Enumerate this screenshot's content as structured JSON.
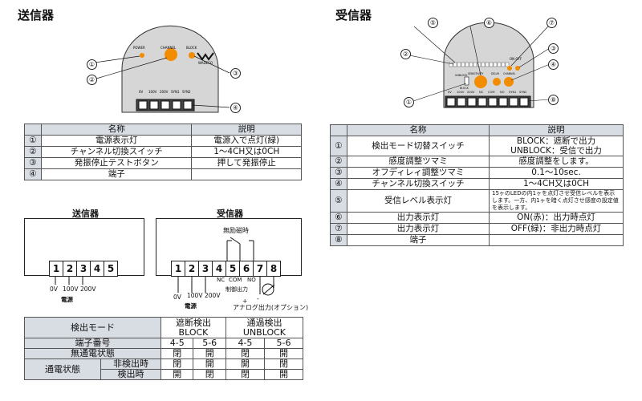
{
  "transmitter": {
    "title": "送信器",
    "panel_labels": {
      "power": "POWER",
      "channel": "CHANNEL",
      "block": "BLOCK",
      "logo": "WADECO"
    },
    "terminal_labels": [
      "0V",
      "100V",
      "200V",
      "SYN1",
      "SYN2"
    ],
    "callouts": [
      "①",
      "②",
      "③",
      "④"
    ],
    "table": {
      "headers": [
        "名称",
        "説明"
      ],
      "rows": [
        {
          "no": "①",
          "name": "電源表示灯",
          "desc": "電源入で点灯(緑)"
        },
        {
          "no": "②",
          "name": "チャンネル切換スイッチ",
          "desc": "1～4CH又は0CH"
        },
        {
          "no": "③",
          "name": "発振停止テストボタン",
          "desc": "押して発振停止"
        },
        {
          "no": "④",
          "name": "端子",
          "desc": ""
        }
      ]
    }
  },
  "receiver": {
    "title": "受信器",
    "panel_labels": {
      "sensitivity": "SENSITIVITY",
      "delay": "DELAY",
      "channel": "CHANNEL",
      "on_off": "ON OFF",
      "unblock": "UNBLOCK",
      "block": "BLOCK"
    },
    "terminal_labels": [
      "0V",
      "100V",
      "200V",
      "NC",
      "COM",
      "NO",
      "SYN1",
      "SYN2"
    ],
    "callouts": [
      "①",
      "②",
      "③",
      "④",
      "⑤",
      "⑥",
      "⑦",
      "⑧"
    ],
    "table": {
      "headers": [
        "名称",
        "説明"
      ],
      "rows": [
        {
          "no": "①",
          "name": "検出モード切替スイッチ",
          "desc": "BLOCK：遮断で出力\nUNBLOCK：受信で出力"
        },
        {
          "no": "②",
          "name": "感度調整ツマミ",
          "desc": "感度調整をします。"
        },
        {
          "no": "③",
          "name": "オフディレィ調整ツマミ",
          "desc": "0.1～10sec."
        },
        {
          "no": "④",
          "name": "チャンネル切換スイッチ",
          "desc": "1～4CH又は0CH"
        },
        {
          "no": "⑤",
          "name": "受信レベル表示灯",
          "desc": "15ヶのLEDの内1ヶを点灯させ受信レベルを表示します。一方、内1ヶを暗く点灯させ感度の設定値を表示します。"
        },
        {
          "no": "⑥",
          "name": "出力表示灯",
          "desc": "ON(赤)：出力時点灯"
        },
        {
          "no": "⑦",
          "name": "出力表示灯",
          "desc": "OFF(緑)：非出力時点灯"
        },
        {
          "no": "⑧",
          "name": "端子",
          "desc": ""
        }
      ]
    }
  },
  "wiring": {
    "tx_title": "送信器",
    "rx_title": "受信器",
    "tx_terminals": [
      "1",
      "2",
      "3",
      "4",
      "5"
    ],
    "rx_terminals": [
      "1",
      "2",
      "3",
      "4",
      "5",
      "6",
      "7",
      "8"
    ],
    "tx_voltages": [
      "0V",
      "100V",
      "200V"
    ],
    "rx_voltages": [
      "0V",
      "100V",
      "200V"
    ],
    "power_label": "電源",
    "rx_power_label": "電源",
    "unexcited_label": "無励磁時",
    "nc": "NC",
    "com": "COM",
    "no": "NO",
    "control_output": "制御出力",
    "analog_output": "アナログ出力(オプション)",
    "minus": "-",
    "plus": "+"
  },
  "mode_table": {
    "mode_label": "検出モード",
    "block_label": "遮断検出\nBLOCK",
    "unblock_label": "通過検出\nUNBLOCK",
    "terminal_label": "端子番号",
    "terminals": [
      "4-5",
      "5-6",
      "4-5",
      "5-6"
    ],
    "no_power_label": "無通電状態",
    "no_power": [
      "閉",
      "開",
      "閉",
      "開"
    ],
    "powered_label": "通電状態",
    "non_detect_label": "非検出時",
    "non_detect": [
      "閉",
      "開",
      "開",
      "閉"
    ],
    "detect_label": "検出時",
    "detect": [
      "開",
      "閉",
      "閉",
      "開"
    ]
  },
  "colors": {
    "accent": "#f28c00",
    "panel": "#d6d6d6",
    "header": "#d8dce3"
  }
}
